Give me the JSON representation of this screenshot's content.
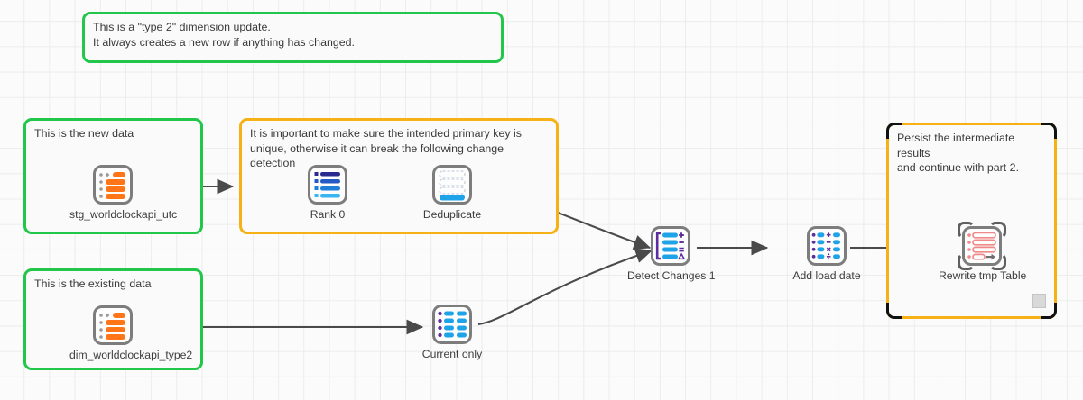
{
  "canvas": {
    "background_color": "#fbfbfb",
    "grid_color": "#ececec"
  },
  "notes": [
    {
      "id": "note-type2",
      "text": "This is a \"type 2\" dimension update.\nIt always creates a new row if anything has changed.",
      "border_color": "#22c64a"
    }
  ],
  "groups": [
    {
      "id": "group-new-data",
      "text": "This is the new data",
      "border_color": "#22c64a",
      "selected": false
    },
    {
      "id": "group-primary-key",
      "text": "It is important to make sure the intended primary key is\nunique, otherwise it can break the following change detection",
      "border_color": "#f5b115",
      "selected": false
    },
    {
      "id": "group-existing-data",
      "text": "This is the existing data",
      "border_color": "#22c64a",
      "selected": false
    },
    {
      "id": "group-persist",
      "text": "Persist the intermediate results\nand continue with part 2.",
      "border_color": "#f5b115",
      "selected": true
    }
  ],
  "nodes": [
    {
      "id": "stg-worldclockapi-utc",
      "label": "stg_worldclockapi_utc",
      "icon": "table-orange-icon"
    },
    {
      "id": "rank-0",
      "label": "Rank 0",
      "icon": "rank-icon"
    },
    {
      "id": "deduplicate",
      "label": "Deduplicate",
      "icon": "deduplicate-icon"
    },
    {
      "id": "dim-worldclockapi-type2",
      "label": "dim_worldclockapi_type2",
      "icon": "table-orange-icon"
    },
    {
      "id": "current-only",
      "label": "Current only",
      "icon": "filter-rows-icon"
    },
    {
      "id": "detect-changes-1",
      "label": "Detect Changes 1",
      "icon": "detect-changes-icon"
    },
    {
      "id": "add-load-date",
      "label": "Add load date",
      "icon": "calculator-icon"
    },
    {
      "id": "rewrite-tmp-table",
      "label": "Rewrite tmp Table",
      "icon": "rewrite-table-icon"
    }
  ],
  "edges": [
    {
      "from": "stg-worldclockapi-utc",
      "to": "rank-0"
    },
    {
      "from": "rank-0",
      "to": "deduplicate"
    },
    {
      "from": "deduplicate",
      "to": "detect-changes-1"
    },
    {
      "from": "dim-worldclockapi-type2",
      "to": "current-only"
    },
    {
      "from": "current-only",
      "to": "detect-changes-1"
    },
    {
      "from": "detect-changes-1",
      "to": "add-load-date"
    },
    {
      "from": "add-load-date",
      "to": "rewrite-tmp-table"
    }
  ],
  "colors": {
    "edge": "#4a4a4a",
    "node_border": "#7d7d7d",
    "orange": "#ff7518",
    "blue": "#1fa3e8",
    "navy": "#2b2b8f",
    "purple": "#5b2d9e",
    "pink": "#f08a8a"
  }
}
